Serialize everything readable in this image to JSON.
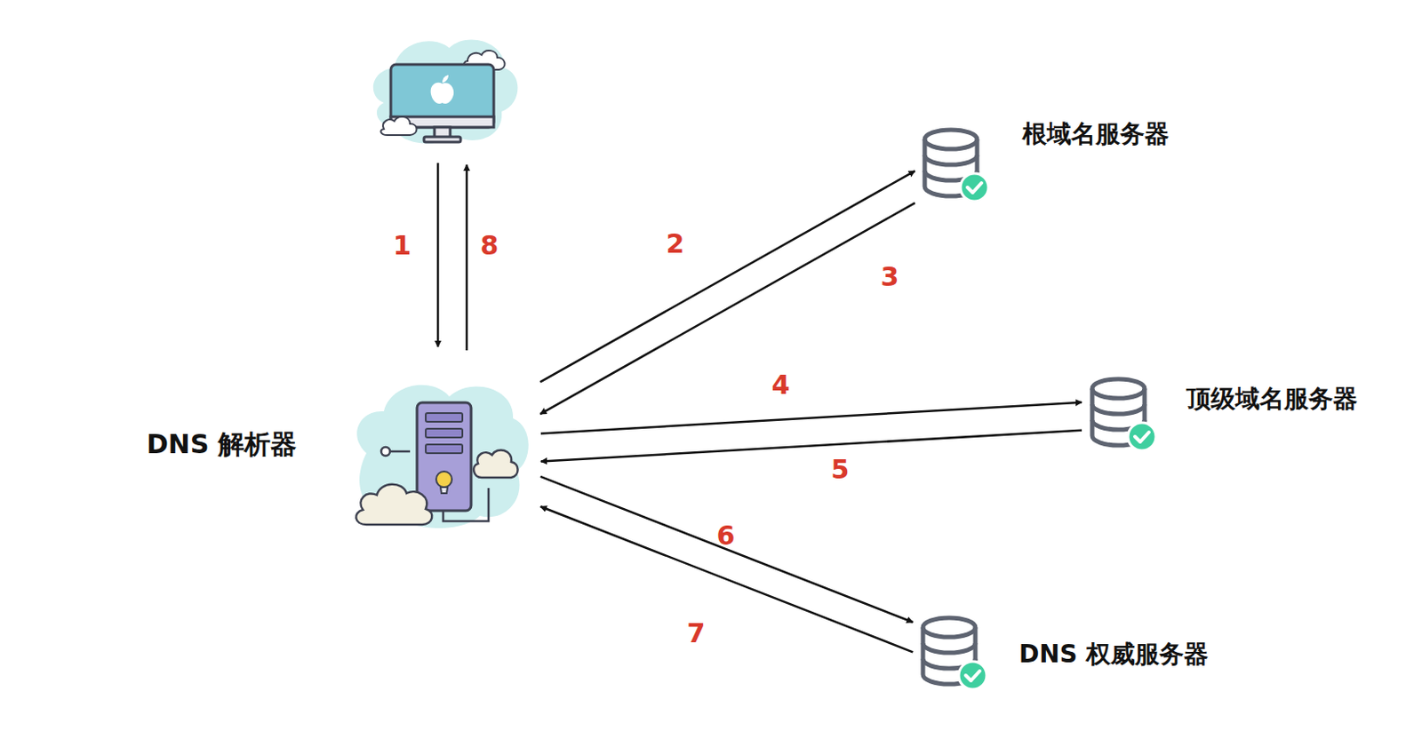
{
  "diagram": {
    "nodes": [
      {
        "text": [
          "根域名服务器"
        ]
      },
      {
        "text": [
          "顶级域名服务器"
        ]
      },
      {
        "text": [
          "DNS 解析器"
        ]
      },
      {
        "text": [
          "DNS 权威服务器"
        ]
      }
    ],
    "edges": [
      {
        "from": 2,
        "to": 0,
        "arrow": "to",
        "label": "2"
      },
      {
        "from": 0,
        "to": 2,
        "arrow": "to",
        "label": "3"
      },
      {
        "from": 2,
        "to": 1,
        "arrow": "to",
        "label": "4"
      },
      {
        "from": 1,
        "to": 2,
        "arrow": "to",
        "label": "5"
      },
      {
        "from": 2,
        "to": 3,
        "arrow": "to",
        "label": "6"
      },
      {
        "from": 3,
        "to": 2,
        "arrow": "to",
        "label": "7"
      }
    ],
    "labels": [
      "1",
      "8"
    ]
  }
}
